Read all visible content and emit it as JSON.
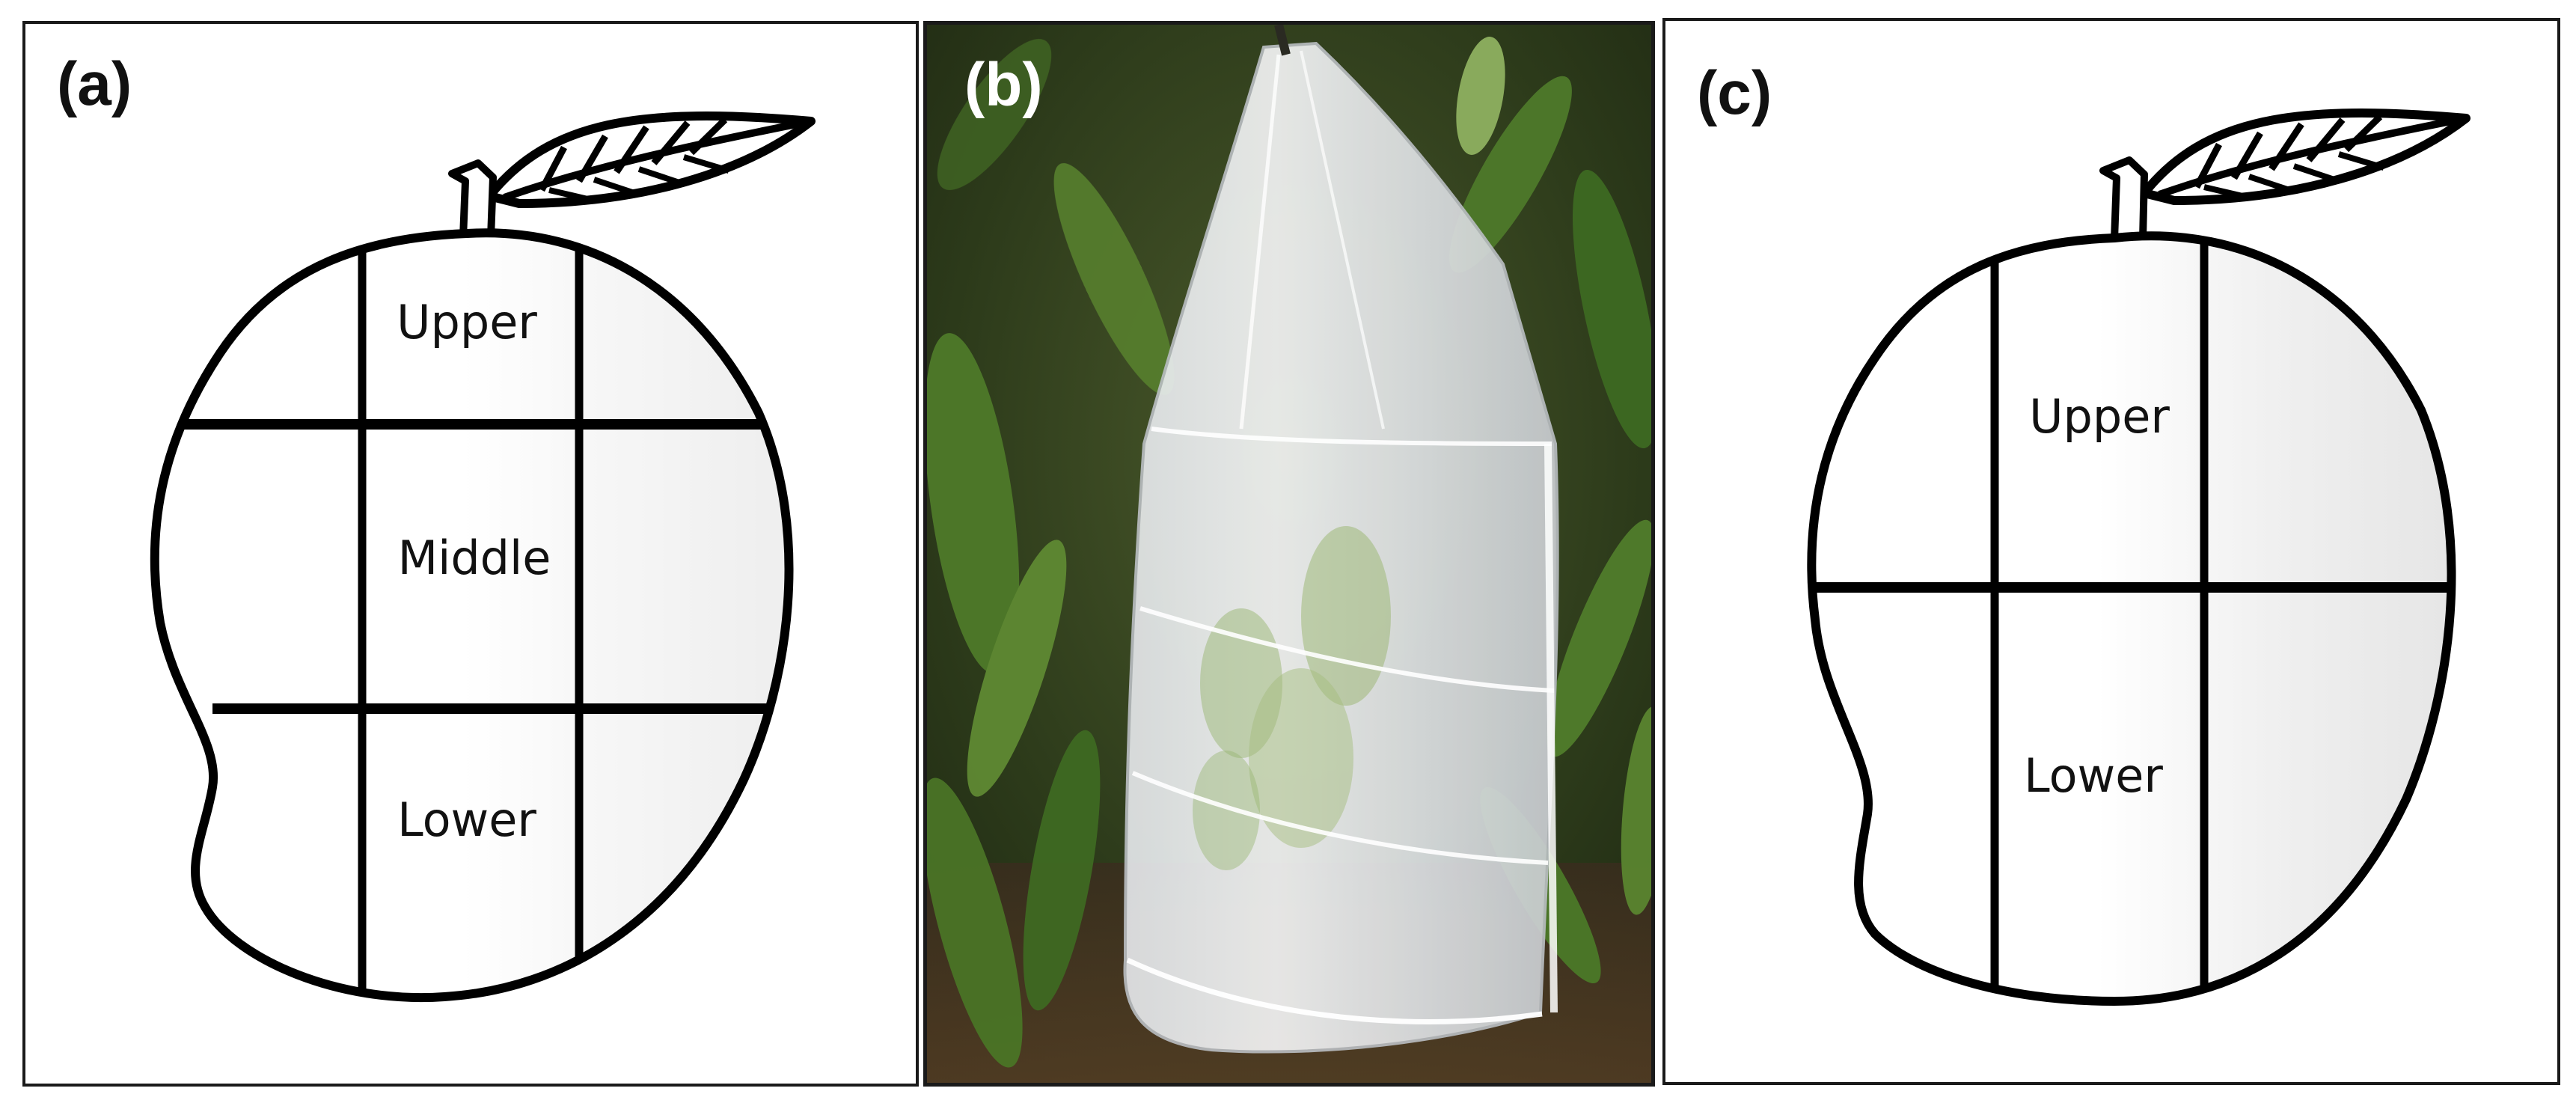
{
  "panels": [
    {
      "id": "a",
      "label": "(a)",
      "zones": [
        "Upper",
        "Middle",
        "Lower"
      ]
    },
    {
      "id": "b",
      "label": "(b)"
    },
    {
      "id": "c",
      "label": "(c)",
      "zones": [
        "Upper",
        "Lower"
      ]
    }
  ]
}
